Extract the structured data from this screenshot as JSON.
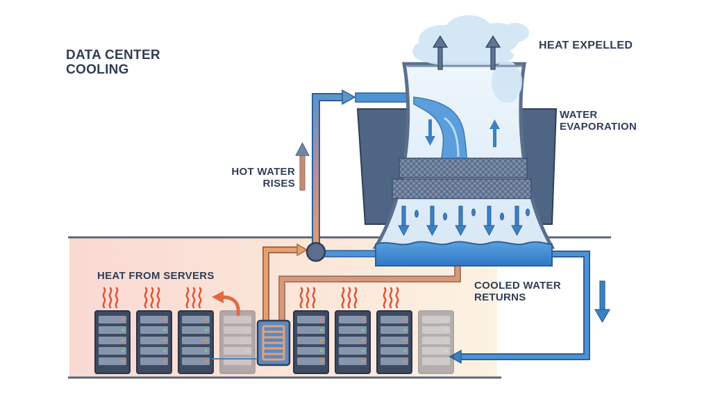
{
  "title": "DATA CENTER COOLING",
  "labels": {
    "heat_expelled": "HEAT EXPELLED",
    "water_evaporation": "WATER EVAPORATION",
    "hot_water_rises": "HOT WATER RISES",
    "heat_from_servers": "HEAT FROM SERVERS",
    "cooled_water_returns": "COOLED WATER RETURNS"
  },
  "colors": {
    "text": "#2f3d56",
    "pipe_blue": "#3a82c4",
    "pipe_hot": "#d88a5d",
    "tower_wall": "#5a6f8c",
    "water": "#3a8ad6",
    "room_warm": "#fbe3da",
    "room_cool": "#fcf3e3",
    "heat_wave": "#e0553a"
  },
  "icons": [
    "server-rack-icon",
    "heat-exchanger-icon",
    "steam-cloud-icon",
    "heat-wave-icon",
    "pump-valve-icon"
  ]
}
